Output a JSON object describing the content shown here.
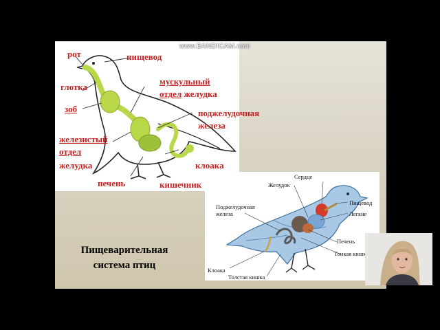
{
  "watermark": "www.BANDICAM.com",
  "slide": {
    "caption_line1": "Пищеварительная",
    "caption_line2": "система птиц"
  },
  "pigeon_labels": {
    "rot": "рот",
    "pishchevod": "пищевод",
    "glotka": "глотка",
    "muskulny_1": "мускульный",
    "muskulny_2a": "отдел",
    "muskulny_2b": "желудка",
    "zob": "зоб",
    "podzhel_1": "поджелудочная",
    "podzhel_2": "железа",
    "zhelez_1": "железистый",
    "zhelez_2": "отдел",
    "zhelez_3": "желудка",
    "kloaka": "клоака",
    "pechen": "печень",
    "kishechnik": "кишечник"
  },
  "crow_labels": {
    "serdce": "Сердце",
    "zheludok": "Желудок",
    "pishchevod": "Пищевод",
    "podzhel_1": "Поджелудочная",
    "podzhel_2": "железа",
    "legkie": "Легкие",
    "pechen": "Печень",
    "tonkaya": "Тонкая кишка",
    "kloaka": "Клоака",
    "tolstaya": "Толстая кишка"
  },
  "colors": {
    "label_red": "#c62020",
    "digestive_green": "#b8d84a",
    "crow_blue": "#a9c8e6"
  }
}
